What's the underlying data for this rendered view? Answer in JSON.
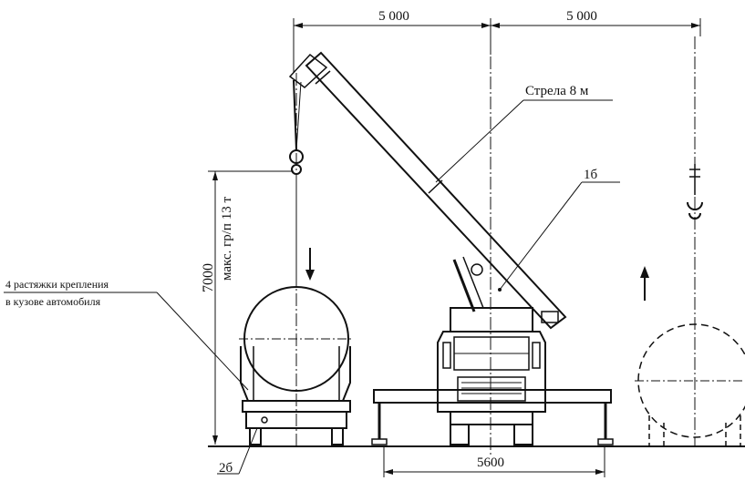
{
  "dimensions": {
    "span_left": "5 000",
    "span_right": "5 000",
    "lift_height": "7000",
    "outrigger_base": "5600"
  },
  "labels": {
    "boom": "Стрела 8 м",
    "max_load": "макс. гр/п 13 т",
    "lashing_line1": "4 растяжки крепления",
    "lashing_line2": "в кузове автомобиля",
    "crane_ref": "1б",
    "truck_ref": "2б"
  }
}
